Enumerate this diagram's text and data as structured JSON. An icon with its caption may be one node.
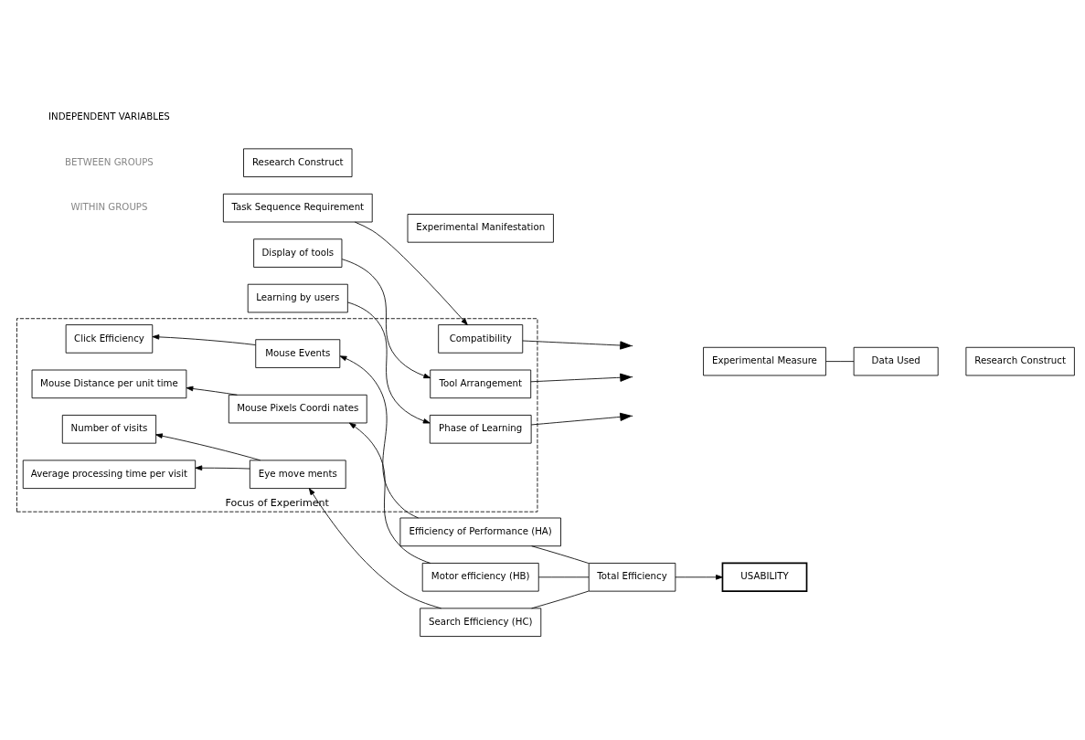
{
  "diagram": {
    "nodes": [
      {
        "text": [
          "Focus of Experiment"
        ]
      },
      {
        "text": [
          "Research Construct"
        ]
      },
      {
        "text": [
          "Experimental Manifestation"
        ]
      },
      {
        "text": [
          "Experimental Measure"
        ]
      },
      {
        "text": [
          "Data Used"
        ]
      },
      {
        "text": [
          "Research Construct"
        ]
      },
      {
        "text": [
          "Task Sequence Requirement"
        ]
      },
      {
        "text": [
          "Compatibility"
        ],
        "in": 0
      },
      {
        "text": [
          "Click Efficiency"
        ],
        "in": 0
      },
      {
        "text": [
          "Mouse Events"
        ],
        "in": 0
      },
      {
        "text": [
          "Efficiency of Performance (HA)"
        ]
      },
      {
        "text": [
          "Mouse Distance per unit time"
        ],
        "in": 0
      },
      {
        "text": [
          "Mouse Pixels Coordi nates"
        ],
        "in": 0
      },
      {
        "text": [
          "Display of tools"
        ]
      },
      {
        "text": [
          "Tool Arrangement"
        ],
        "in": 0
      },
      {
        "text": [
          "Motor efficiency (HB)"
        ]
      },
      {
        "text": [
          "Number of visits"
        ],
        "in": 0
      },
      {
        "text": [
          "Eye move ments"
        ],
        "in": 0
      },
      {
        "text": [
          "Search Efficiency (HC)"
        ]
      },
      {
        "text": [
          "Average processing time per visit"
        ],
        "in": 0
      },
      {
        "text": [
          "Total Efficiency"
        ]
      },
      {
        "text": [
          "Learning by users"
        ]
      },
      {
        "text": [
          "Phase of Learning"
        ],
        "in": 0
      },
      {
        "text": [
          "USABILITY"
        ]
      }
    ],
    "edges": [
      {
        "from": 3,
        "to": 4,
        "arrow": "none"
      },
      {
        "from": 6,
        "to": 7,
        "arrow": "to"
      },
      {
        "from": 7,
        "to": null,
        "arrow": "to"
      },
      {
        "from": 9,
        "to": 8,
        "arrow": "to"
      },
      {
        "from": 10,
        "to": 9,
        "arrow": "to"
      },
      {
        "from": 12,
        "to": 11,
        "arrow": "to"
      },
      {
        "from": 15,
        "to": 12,
        "arrow": "to"
      },
      {
        "from": 13,
        "to": 14,
        "arrow": "to"
      },
      {
        "from": 14,
        "to": null,
        "arrow": "to"
      },
      {
        "from": 17,
        "to": 16,
        "arrow": "to"
      },
      {
        "from": 18,
        "to": 17,
        "arrow": "to"
      },
      {
        "from": 17,
        "to": 19,
        "arrow": "to"
      },
      {
        "from": 10,
        "to": 20,
        "arrow": "none"
      },
      {
        "from": 15,
        "to": 20,
        "arrow": "none"
      },
      {
        "from": 18,
        "to": 20,
        "arrow": "none"
      },
      {
        "from": 21,
        "to": 22,
        "arrow": "to"
      },
      {
        "from": 22,
        "to": null,
        "arrow": "to"
      },
      {
        "from": 20,
        "to": 23,
        "arrow": "to"
      }
    ],
    "labels": [
      "INDEPENDENT VARIABLES",
      "BETWEEN GROUPS",
      "WITHIN GROUPS"
    ]
  }
}
